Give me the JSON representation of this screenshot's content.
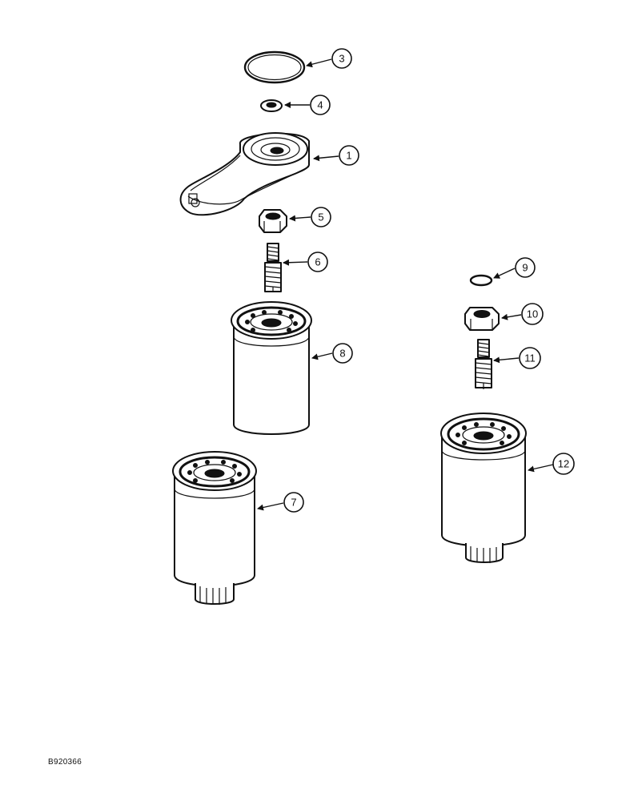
{
  "diagram": {
    "reference_code": "B920366",
    "callouts": [
      {
        "id": "1",
        "label": "1"
      },
      {
        "id": "3",
        "label": "3"
      },
      {
        "id": "4",
        "label": "4"
      },
      {
        "id": "5",
        "label": "5"
      },
      {
        "id": "6",
        "label": "6"
      },
      {
        "id": "7",
        "label": "7"
      },
      {
        "id": "8",
        "label": "8"
      },
      {
        "id": "9",
        "label": "9"
      },
      {
        "id": "10",
        "label": "10"
      },
      {
        "id": "11",
        "label": "11"
      },
      {
        "id": "12",
        "label": "12"
      }
    ]
  }
}
